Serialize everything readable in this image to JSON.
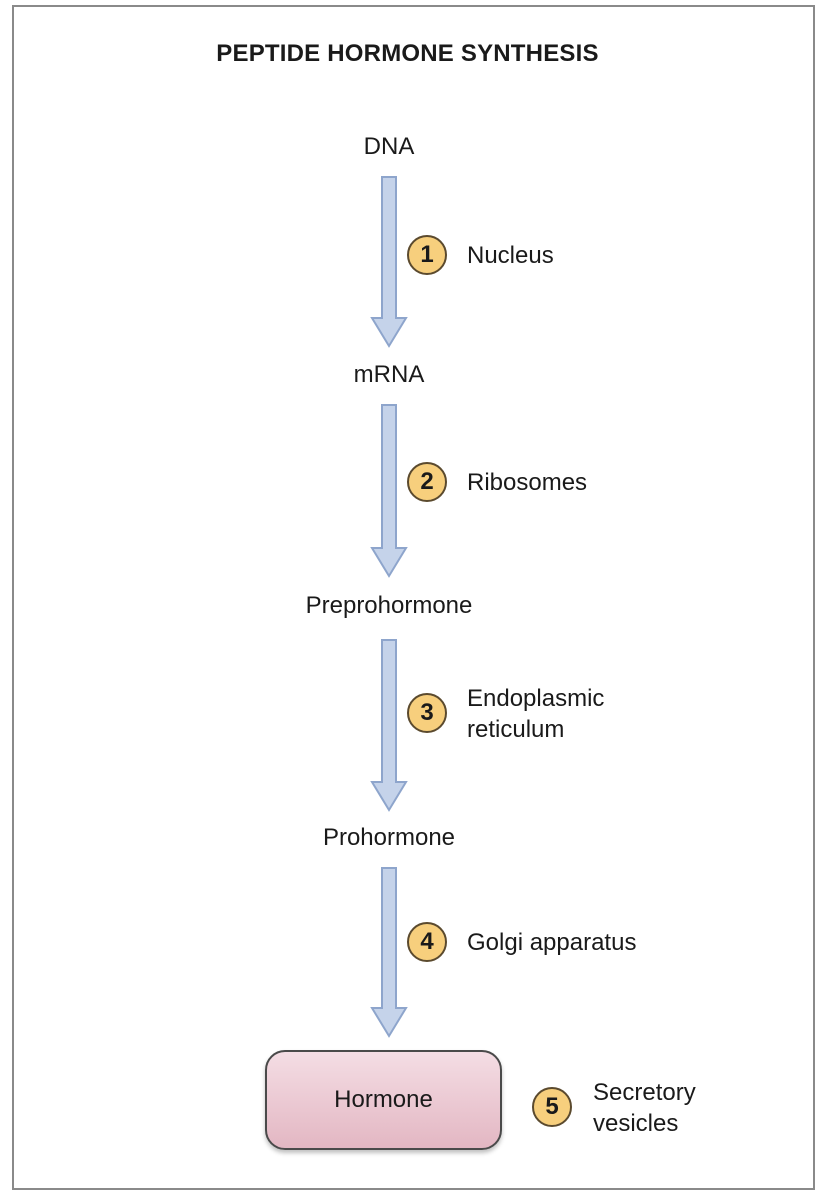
{
  "title": "PEPTIDE HORMONE SYNTHESIS",
  "stages": [
    "DNA",
    "mRNA",
    "Preprohormone",
    "Prohormone"
  ],
  "final_stage": "Hormone",
  "steps": [
    {
      "number": "1",
      "label": "Nucleus"
    },
    {
      "number": "2",
      "label": "Ribosomes"
    },
    {
      "number": "3",
      "label": "Endoplasmic\nreticulum"
    },
    {
      "number": "4",
      "label": "Golgi apparatus"
    },
    {
      "number": "5",
      "label": "Secretory\nvesicles"
    }
  ],
  "colors": {
    "arrow_fill": "#c5d3ea",
    "arrow_stroke": "#8ea5cc",
    "badge_fill": "#f7cf7d",
    "hormone_box": "#ebc6d0"
  }
}
